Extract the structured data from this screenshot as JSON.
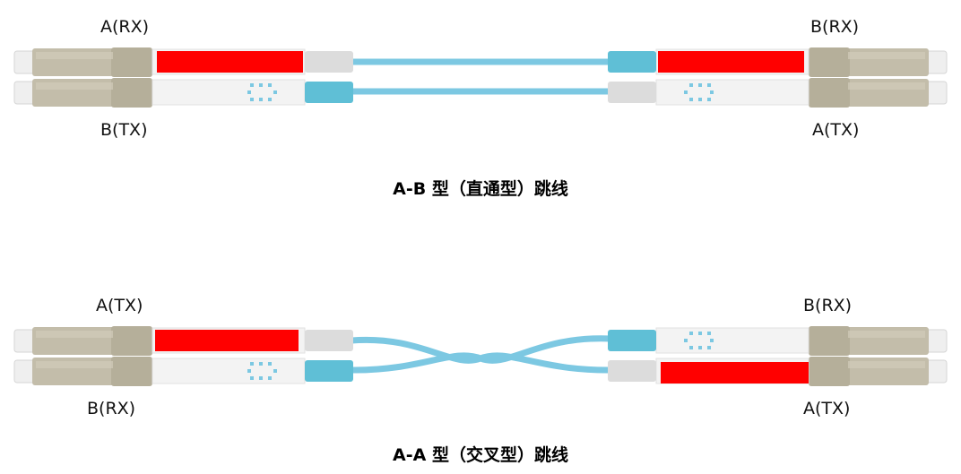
{
  "colors": {
    "connector_body": "#c3bdaa",
    "connector_dark": "#a9a38f",
    "boot": "#efefef",
    "fiber": "#7cc8e2",
    "aqua_sleeve": "#5fbfd6",
    "gray_sleeve": "#dcdcdc",
    "marker": "#ff0000",
    "clip_dots": "#7cc8e2"
  },
  "diagram_ab": {
    "title": "A-B 型（直通型）跳线",
    "left_top_label": "A(RX)",
    "left_bottom_label": "B(TX)",
    "right_top_label": "B(RX)",
    "right_bottom_label": "A(TX)"
  },
  "diagram_aa": {
    "title": "A-A 型（交叉型）跳线",
    "left_top_label": "A(TX)",
    "left_bottom_label": "B(RX)",
    "right_top_label": "B(RX)",
    "right_bottom_label": "A(TX)"
  }
}
